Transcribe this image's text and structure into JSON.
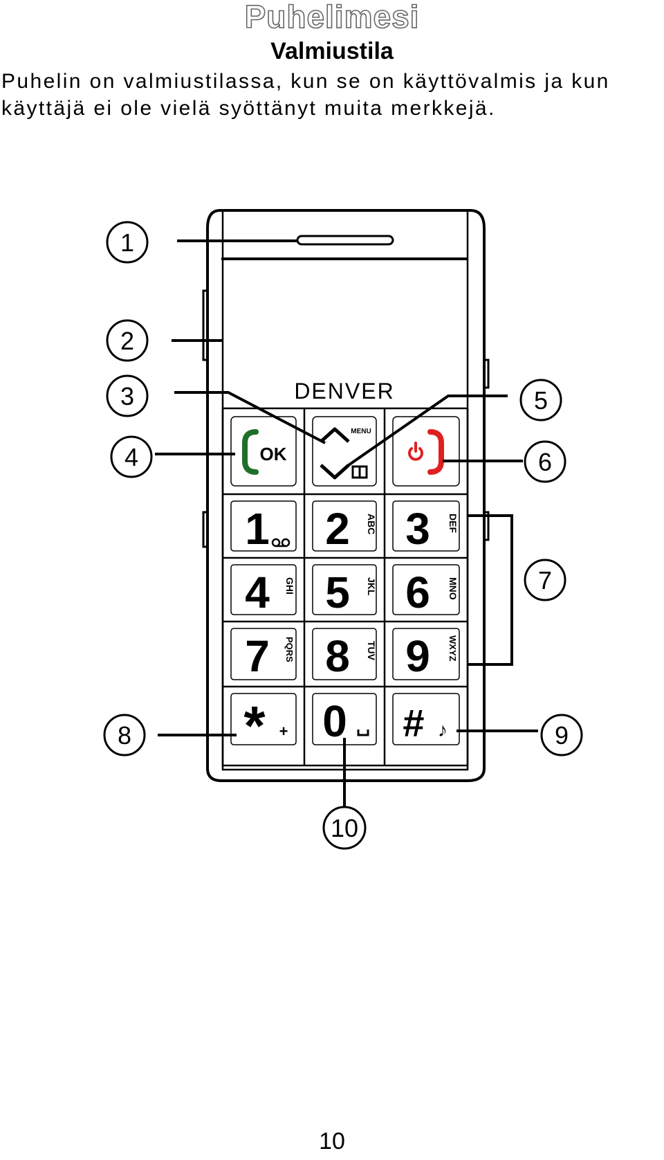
{
  "header": {
    "chapter": "Puhelimesi",
    "section": "Valmiustila"
  },
  "intro": {
    "line1": "Puhelin on valmiustilassa, kun se on käyttövalmis ja kun",
    "line2": "käyttäjä ei ole vielä syöttänyt muita merkkejä."
  },
  "phone": {
    "brand": "DENVER",
    "ok_label": "OK",
    "menu_label": "MENU",
    "keys": [
      {
        "digit": "1",
        "letters": "ᴼᴼ"
      },
      {
        "digit": "2",
        "letters": "ABC"
      },
      {
        "digit": "3",
        "letters": "DEF"
      },
      {
        "digit": "4",
        "letters": "GHI"
      },
      {
        "digit": "5",
        "letters": "JKL"
      },
      {
        "digit": "6",
        "letters": "MNO"
      },
      {
        "digit": "7",
        "letters": "PQRS"
      },
      {
        "digit": "8",
        "letters": "TUV"
      },
      {
        "digit": "9",
        "letters": "WXYZ"
      },
      {
        "digit": "*",
        "letters": "+"
      },
      {
        "digit": "0",
        "letters": "␣"
      },
      {
        "digit": "#",
        "letters": "♪"
      }
    ],
    "colors": {
      "call_green": "#1f6e2a",
      "end_red": "#e02020"
    }
  },
  "callouts": [
    "1",
    "2",
    "3",
    "4",
    "5",
    "6",
    "7",
    "8",
    "9",
    "10"
  ],
  "footer": {
    "page_number": "10"
  }
}
